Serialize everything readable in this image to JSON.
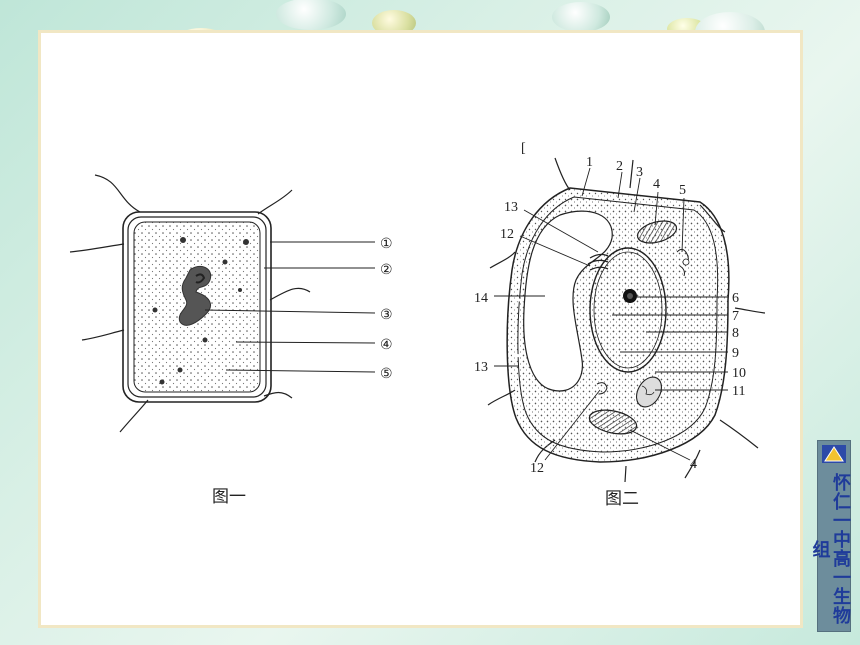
{
  "figure_one": {
    "caption": "图一",
    "labels": [
      "①",
      "②",
      "③",
      "④",
      "⑤"
    ]
  },
  "figure_two": {
    "caption": "图二",
    "labels": [
      "1",
      "2",
      "3",
      "4",
      "5",
      "13",
      "12",
      "14",
      "6",
      "7",
      "8",
      "9",
      "13",
      "10",
      "11",
      "12",
      "4"
    ]
  },
  "sidebar": {
    "text": "怀仁一中高一生物组"
  }
}
